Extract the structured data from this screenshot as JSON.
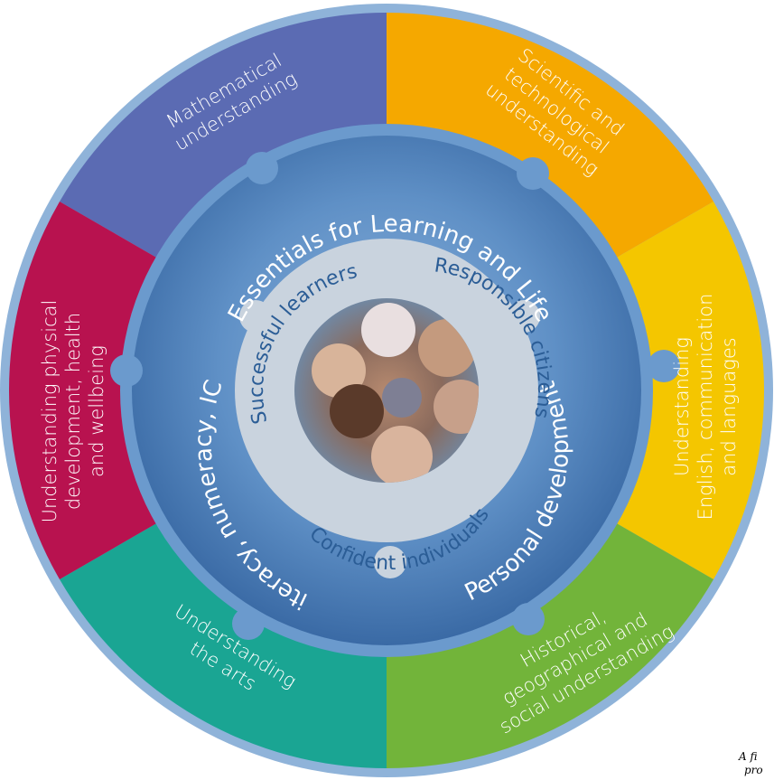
{
  "segments": [
    {
      "id": "maths",
      "color": "#5b6bb3",
      "lines": [
        "Mathematical",
        "understanding"
      ]
    },
    {
      "id": "science",
      "color": "#f5a800",
      "lines": [
        "Scientific and",
        "technological",
        "understanding"
      ]
    },
    {
      "id": "english",
      "color": "#f4c600",
      "lines": [
        "Understanding",
        "English, communication",
        "and languages"
      ]
    },
    {
      "id": "history",
      "color": "#72b43a",
      "lines": [
        "Historical,",
        "geographical and",
        "social understanding"
      ]
    },
    {
      "id": "arts",
      "color": "#1aa593",
      "lines": [
        "Understanding",
        "the arts"
      ]
    },
    {
      "id": "health",
      "color": "#b8124f",
      "lines": [
        "Understanding physical",
        "development, health",
        "and wellbeing"
      ]
    }
  ],
  "ring": {
    "top": "Essentials for Learning and Life",
    "left": "Literacy, numeracy, ICT",
    "right": "Personal development",
    "bottom_right": "Personal development"
  },
  "inner": {
    "successful": "Successful learners",
    "responsible": "Responsible citizens",
    "confident": "Confident individuals"
  },
  "photo": {
    "alt": "children-photo"
  },
  "colors": {
    "outer_border": "#8fb3d9",
    "ring_blue": "#3f74b0",
    "ring_blue_light": "#6d9bcf",
    "inner_grey": "#c9d3de"
  },
  "caption": {
    "lines": [
      "A fi",
      "pro"
    ]
  }
}
